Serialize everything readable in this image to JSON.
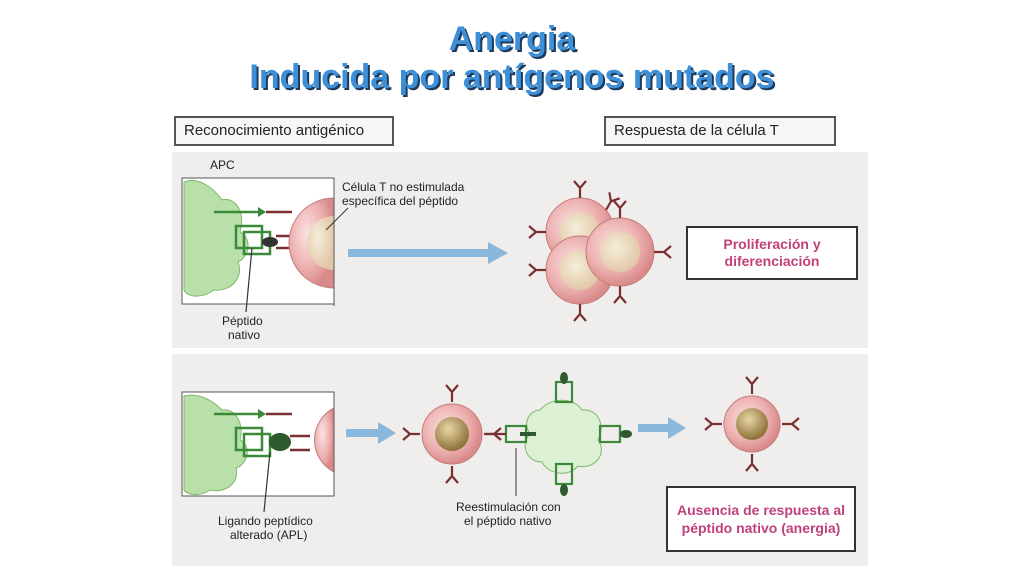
{
  "title": {
    "line1": "Anergia",
    "line2": "Inducida por antígenos mutados"
  },
  "headers": {
    "left": "Reconocimiento antigénico",
    "right": "Respuesta de la célula T"
  },
  "top_panel": {
    "apc_label": "APC",
    "tcell_label_1": "Célula T no estimulada",
    "tcell_label_2": "específica del péptido",
    "peptide_label_1": "Péptido",
    "peptide_label_2": "nativo",
    "result_line1": "Proliferación y",
    "result_line2": "diferenciación"
  },
  "bottom_panel": {
    "apl_label_1": "Ligando peptídico",
    "apl_label_2": "alterado (APL)",
    "restim_label_1": "Reestimulación con",
    "restim_label_2": "el péptido nativo",
    "result_line1": "Ausencia de respuesta al",
    "result_line2": "péptido nativo (anergia)"
  },
  "colors": {
    "title": "#3f8fd6",
    "apc": "#b8e0a8",
    "tcell": "#e9a9a9",
    "anergic_nucleus": "#9e8346",
    "arrow": "#8ab8dc",
    "result_text": "#c0407a"
  }
}
